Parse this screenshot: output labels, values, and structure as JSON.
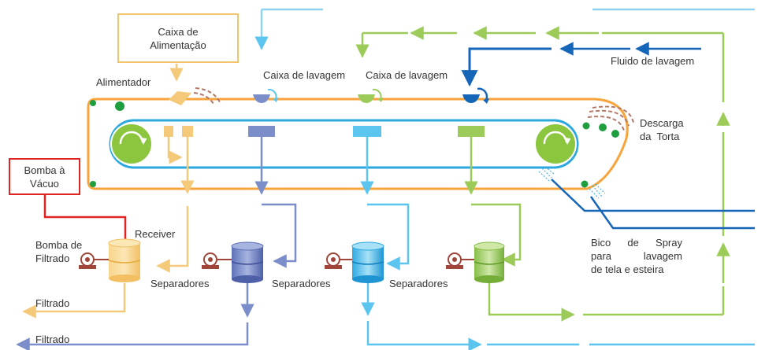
{
  "labels": {
    "feed_box": [
      "Caixa de",
      "Alimentação"
    ],
    "feeder": "Alimentador",
    "wash_box_1": "Caixa de lavagem",
    "wash_box_2": "Caixa de lavagem",
    "wash_fluid": "Fluido de lavagem",
    "cake_discharge": [
      "Descarga",
      "da  Torta"
    ],
    "vacuum_pump": [
      "Bomba à",
      "Vácuo"
    ],
    "receiver": "Receiver",
    "filtrate_pump": [
      "Bomba de",
      "Filtrado"
    ],
    "separators": [
      "Separadores",
      "Separadores",
      "Separadores"
    ],
    "filtrate": [
      "Filtrado",
      "Filtrado"
    ],
    "spray_nozzle": [
      "Bico  de  Spray",
      "para   lavagem",
      "de tela e esteira"
    ]
  },
  "colors": {
    "belt": "#F7A43C",
    "inner_belt": "#2BA8E0",
    "roller": "#8CC63F",
    "roller_dot": "#1E9E3E",
    "feed": "#F5C97A",
    "feed_box_border": "#F2C46E",
    "stage_1": "#7C8EC9",
    "stage_2": "#5BC5F0",
    "stage_3": "#9CCB5A",
    "wash_fluid_line": "#1565B8",
    "vacuum_line": "#E02424",
    "pump": "#A0453A",
    "cake": "#B07A6A"
  }
}
